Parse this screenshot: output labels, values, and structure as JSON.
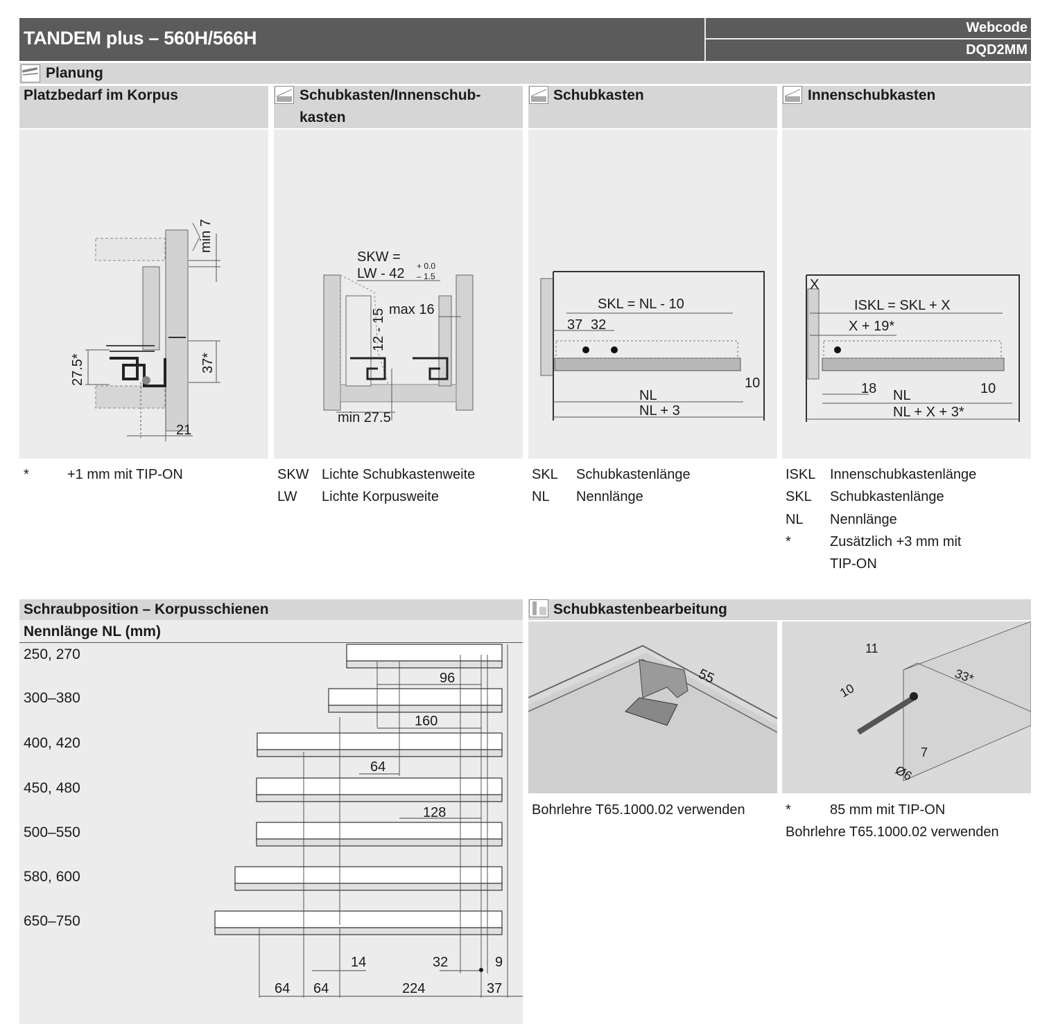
{
  "header": {
    "title": "TANDEM plus – 560H/566H",
    "webcode_label": "Webcode",
    "webcode": "DQD2MM"
  },
  "planung": {
    "title": "Planung",
    "col1": {
      "title": "Platzbedarf im Korpus",
      "dims": {
        "min7": "min 7",
        "d27": "27.5*",
        "d37": "37*",
        "d21": "21"
      },
      "legend": [
        {
          "abbr": "*",
          "text": "+1 mm mit TIP-ON"
        }
      ]
    },
    "col2": {
      "title_line1": "Schubkasten/Innenschub-",
      "title_line2": "kasten",
      "dims": {
        "skw": "SKW =",
        "lw": "LW - 42",
        "tol_plus": "+ 0.0",
        "tol_minus": "– 1.5",
        "max16": "max 16",
        "d1215": "12 - 15",
        "min27": "min 27.5"
      },
      "legend": [
        {
          "abbr": "SKW",
          "text": "Lichte Schubkastenweite"
        },
        {
          "abbr": "LW",
          "text": "Lichte Korpusweite"
        }
      ]
    },
    "col3": {
      "title": "Schubkasten",
      "dims": {
        "skl": "SKL = NL - 10",
        "d37": "37",
        "d32": "32",
        "d10": "10",
        "nl": "NL",
        "nl3": "NL + 3"
      },
      "legend": [
        {
          "abbr": "SKL",
          "text": "Schubkastenlänge"
        },
        {
          "abbr": "NL",
          "text": "Nennlänge"
        }
      ]
    },
    "col4": {
      "title": "Innenschubkasten",
      "dims": {
        "x": "X",
        "iskl": "ISKL = SKL + X",
        "x19": "X + 19*",
        "d18": "18",
        "d10": "10",
        "nl": "NL",
        "nlx3": "NL + X + 3*"
      },
      "legend": [
        {
          "abbr": "ISKL",
          "text": "Innenschubkastenlänge"
        },
        {
          "abbr": "SKL",
          "text": "Schubkastenlänge"
        },
        {
          "abbr": "NL",
          "text": "Nennlänge"
        },
        {
          "abbr": "*",
          "text": "Zusätzlich +3 mm mit"
        },
        {
          "abbr": "",
          "text": "TIP-ON"
        }
      ]
    }
  },
  "schraub": {
    "title": "Schraubposition – Korpusschienen",
    "subtitle": "Nennlänge NL (mm)",
    "rows": [
      "250, 270",
      "300–380",
      "400, 420",
      "450, 480",
      "500–550",
      "580, 600",
      "650–750"
    ],
    "dims": {
      "d96": "96",
      "d160": "160",
      "d64a": "64",
      "d128": "128",
      "d14": "14",
      "d32": "32",
      "d9": "9",
      "d64b": "64",
      "d64c": "64",
      "d224": "224",
      "d37": "37"
    }
  },
  "bearbeitung": {
    "title": "Schubkastenbearbeitung",
    "dims": {
      "d55": "55",
      "d11": "11",
      "d33": "33*",
      "d10": "10",
      "d7": "7",
      "d6": "Ø6"
    },
    "left_note": "Bohrlehre T65.1000.02 verwenden",
    "right_note_abbr": "*",
    "right_note_text": "85 mm mit TIP-ON",
    "right_note2": "Bohrlehre T65.1000.02 verwenden"
  }
}
